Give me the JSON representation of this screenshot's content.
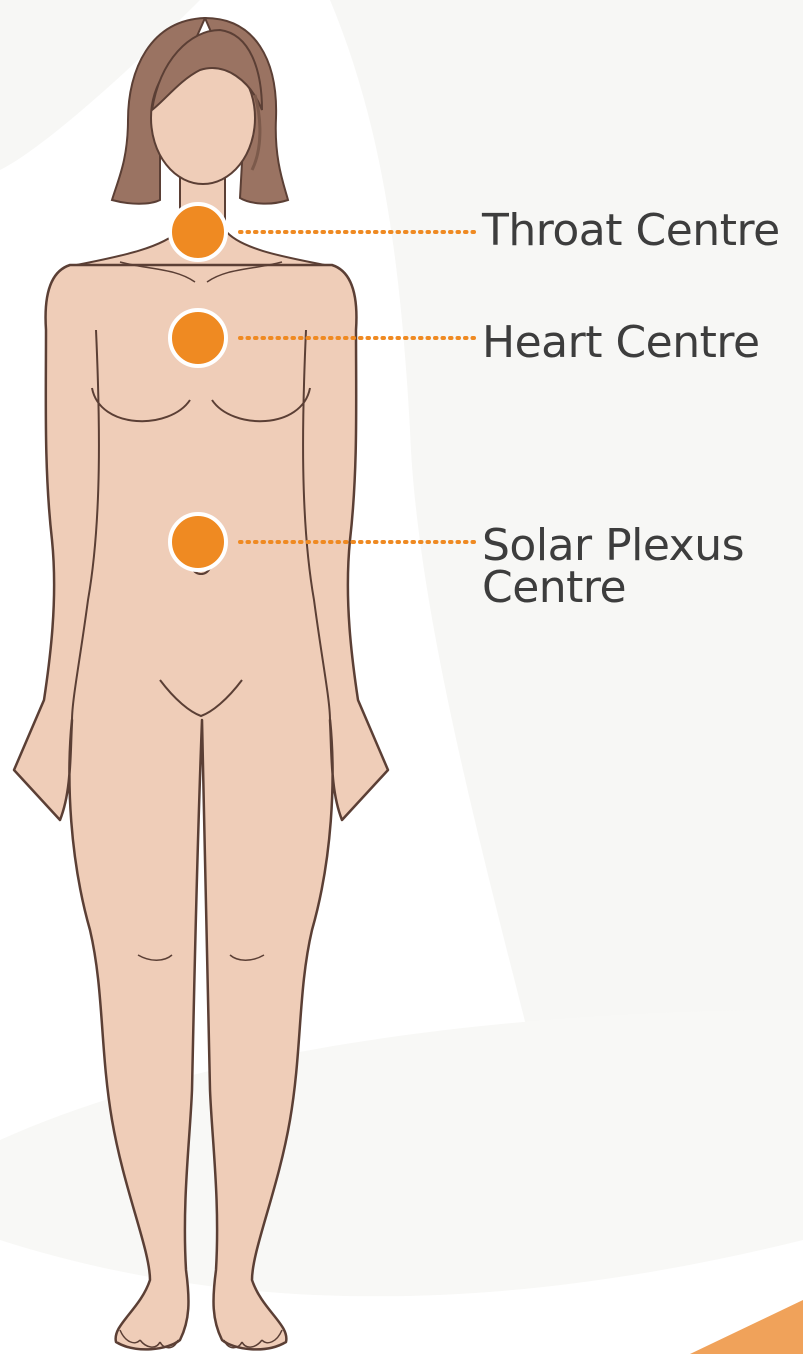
{
  "colors": {
    "background": "#ffffff",
    "background_swoosh": "#f7f7f5",
    "skin": "#efcdb8",
    "outline": "#5b3f35",
    "hair": "#9a7362",
    "hair_dark": "#7c5a4b",
    "marker": "#ef8a22",
    "marker_ring": "#ffffff",
    "label_text": "#3d3d3d"
  },
  "centres": [
    {
      "id": "throat",
      "line1": "Throat Centre",
      "line2": ""
    },
    {
      "id": "heart",
      "line1": "Heart Centre",
      "line2": ""
    },
    {
      "id": "solar",
      "line1": "Solar Plexus",
      "line2": "Centre"
    }
  ]
}
